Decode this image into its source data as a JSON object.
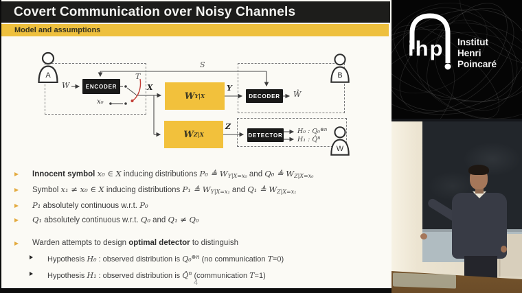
{
  "slide": {
    "title": "Covert Communication over Noisy Channels",
    "subtitle": "Model and assumptions",
    "page_number": "4",
    "diagram": {
      "actor_a": "A",
      "actor_b": "B",
      "actor_w": "W",
      "encoder": "ENCODER",
      "decoder": "DECODER",
      "detector": "DETECTOR",
      "channel_y": [
        {
          "t": "W"
        },
        {
          "t": "Y|X",
          "e": "sub"
        }
      ],
      "channel_z": [
        {
          "t": "W"
        },
        {
          "t": "Z|X",
          "e": "sub"
        }
      ],
      "label_w_in": "W",
      "label_x0": "x₀",
      "label_t": "T",
      "label_x": "X",
      "label_s": "S",
      "label_y": "Y",
      "label_z": "Z",
      "label_w_hat": "Ŵ",
      "hypothesis_0": [
        {
          "t": "H₀ : Q₀",
          "c": "math"
        },
        {
          "t": "⊗n",
          "e": "sup",
          "c": "math"
        }
      ],
      "hypothesis_1": [
        {
          "t": "H₁ : Q̂",
          "c": "math"
        },
        {
          "t": "n",
          "e": "sup",
          "c": "math"
        }
      ]
    },
    "bullets": [
      {
        "level": 1,
        "segments": [
          {
            "t": "Innocent symbol",
            "e": "b"
          },
          {
            "t": " "
          },
          {
            "t": "x₀ ∈ X",
            "c": "math"
          },
          {
            "t": " inducing distributions "
          },
          {
            "t": "P₀ ≜ W",
            "c": "math"
          },
          {
            "t": "Y|X=x₀",
            "e": "sub",
            "c": "math"
          },
          {
            "t": " and "
          },
          {
            "t": "Q₀ ≜ W",
            "c": "math"
          },
          {
            "t": "Z|X=x₀",
            "e": "sub",
            "c": "math"
          }
        ]
      },
      {
        "level": 1,
        "segments": [
          {
            "t": "Symbol "
          },
          {
            "t": "x₁ ≠ x₀ ∈ X",
            "c": "math"
          },
          {
            "t": " inducing distributions "
          },
          {
            "t": "P₁ ≜ W",
            "c": "math"
          },
          {
            "t": "Y|X=x₁",
            "e": "sub",
            "c": "math"
          },
          {
            "t": " and "
          },
          {
            "t": "Q₁ ≜ W",
            "c": "math"
          },
          {
            "t": "Z|X=x₁",
            "e": "sub",
            "c": "math"
          }
        ]
      },
      {
        "level": 1,
        "segments": [
          {
            "t": "P₁",
            "c": "math"
          },
          {
            "t": " absolutely continuous w.r.t. "
          },
          {
            "t": "P₀",
            "c": "math"
          }
        ]
      },
      {
        "level": 1,
        "segments": [
          {
            "t": "Q₁",
            "c": "math"
          },
          {
            "t": " absolutely continuous w.r.t. "
          },
          {
            "t": "Q₀",
            "c": "math"
          },
          {
            "t": " and "
          },
          {
            "t": "Q₁ ≠ Q₀",
            "c": "math"
          }
        ]
      },
      {
        "level": 1,
        "gap": true,
        "segments": [
          {
            "t": "Warden attempts to design "
          },
          {
            "t": "optimal detector",
            "e": "b"
          },
          {
            "t": " to distinguish"
          }
        ]
      },
      {
        "level": 2,
        "segments": [
          {
            "t": "Hypothesis "
          },
          {
            "t": "H₀",
            "c": "math"
          },
          {
            "t": " : observed distribution is "
          },
          {
            "t": "Q₀",
            "c": "math"
          },
          {
            "t": "⊗n",
            "e": "sup",
            "c": "math"
          },
          {
            "t": " (no communication "
          },
          {
            "t": "T",
            "c": "math"
          },
          {
            "t": "=0)"
          }
        ]
      },
      {
        "level": 2,
        "segments": [
          {
            "t": "Hypothesis "
          },
          {
            "t": "H₁",
            "c": "math"
          },
          {
            "t": " : observed distribution is "
          },
          {
            "t": "Q̂",
            "c": "math"
          },
          {
            "t": "n",
            "e": "sup",
            "c": "math"
          },
          {
            "t": " (communication "
          },
          {
            "t": "T",
            "c": "math"
          },
          {
            "t": "=1)"
          }
        ]
      }
    ]
  },
  "branding": {
    "logo_text": "ihp",
    "institute_line1": "Institut",
    "institute_line2": "Henri",
    "institute_line3": "Poincaré"
  },
  "colors": {
    "accent_yellow": "#EEC03E",
    "channel_yellow": "#F2C13C",
    "title_bar": "#1D1D1B",
    "slide_bg": "#FBFAF5",
    "bullet_gold": "#E3AA3F"
  }
}
